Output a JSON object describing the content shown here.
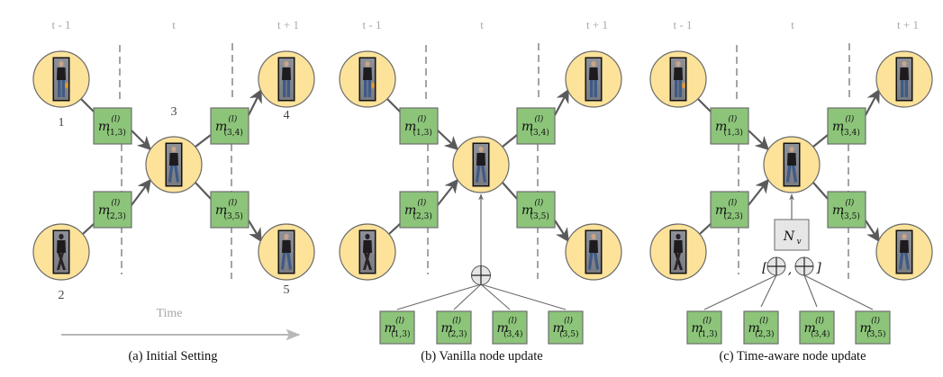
{
  "colors": {
    "node_fill": "#fde29a",
    "node_stroke": "#6b6b6b",
    "message_fill": "#8cc47a",
    "message_stroke": "#6e6e6e",
    "edge": "#5a5a5a",
    "dash": "#9a9a9a",
    "aggregator_fill": "#e6e6e6",
    "time_arrow": "#b8b8b8"
  },
  "panels": [
    {
      "id": "a",
      "caption": "(a) Initial Setting",
      "time_labels": [
        "t - 1",
        "t",
        "t + 1"
      ],
      "node_labels": [
        "1",
        "2",
        "3",
        "4",
        "5"
      ],
      "messages": [
        {
          "base": "m",
          "sup": "(l)",
          "sub": "(1,3)"
        },
        {
          "base": "m",
          "sup": "(l)",
          "sub": "(2,3)"
        },
        {
          "base": "m",
          "sup": "(l)",
          "sub": "(3,4)"
        },
        {
          "base": "m",
          "sup": "(l)",
          "sub": "(3,5)"
        }
      ],
      "time_axis_label": "Time"
    },
    {
      "id": "b",
      "caption": "(b) Vanilla node update",
      "time_labels": [
        "t - 1",
        "t",
        "t + 1"
      ],
      "messages": [
        {
          "base": "m",
          "sup": "(l)",
          "sub": "(1,3)"
        },
        {
          "base": "m",
          "sup": "(l)",
          "sub": "(2,3)"
        },
        {
          "base": "m",
          "sup": "(l)",
          "sub": "(3,4)"
        },
        {
          "base": "m",
          "sup": "(l)",
          "sub": "(3,5)"
        }
      ],
      "aggregated_messages": [
        {
          "base": "m",
          "sup": "(l)",
          "sub": "(1,3)"
        },
        {
          "base": "m",
          "sup": "(l)",
          "sub": "(2,3)"
        },
        {
          "base": "m",
          "sup": "(l)",
          "sub": "(3,4)"
        },
        {
          "base": "m",
          "sup": "(l)",
          "sub": "(3,5)"
        }
      ],
      "aggregator_symbol": "⊕"
    },
    {
      "id": "c",
      "caption": "(c) Time-aware node update",
      "time_labels": [
        "t - 1",
        "t",
        "t + 1"
      ],
      "messages": [
        {
          "base": "m",
          "sup": "(l)",
          "sub": "(1,3)"
        },
        {
          "base": "m",
          "sup": "(l)",
          "sub": "(2,3)"
        },
        {
          "base": "m",
          "sup": "(l)",
          "sub": "(3,4)"
        },
        {
          "base": "m",
          "sup": "(l)",
          "sub": "(3,5)"
        }
      ],
      "aggregated_messages": [
        {
          "base": "m",
          "sup": "(l)",
          "sub": "(1,3)"
        },
        {
          "base": "m",
          "sup": "(l)",
          "sub": "(2,3)"
        },
        {
          "base": "m",
          "sup": "(l)",
          "sub": "(3,4)"
        },
        {
          "base": "m",
          "sup": "(l)",
          "sub": "(3,5)"
        }
      ],
      "update_function": {
        "base": "N",
        "sub": "v"
      },
      "aggregator_text": "[⊕,⊕]",
      "aggregator_open": "[",
      "aggregator_sep": ",",
      "aggregator_close": "]"
    }
  ]
}
